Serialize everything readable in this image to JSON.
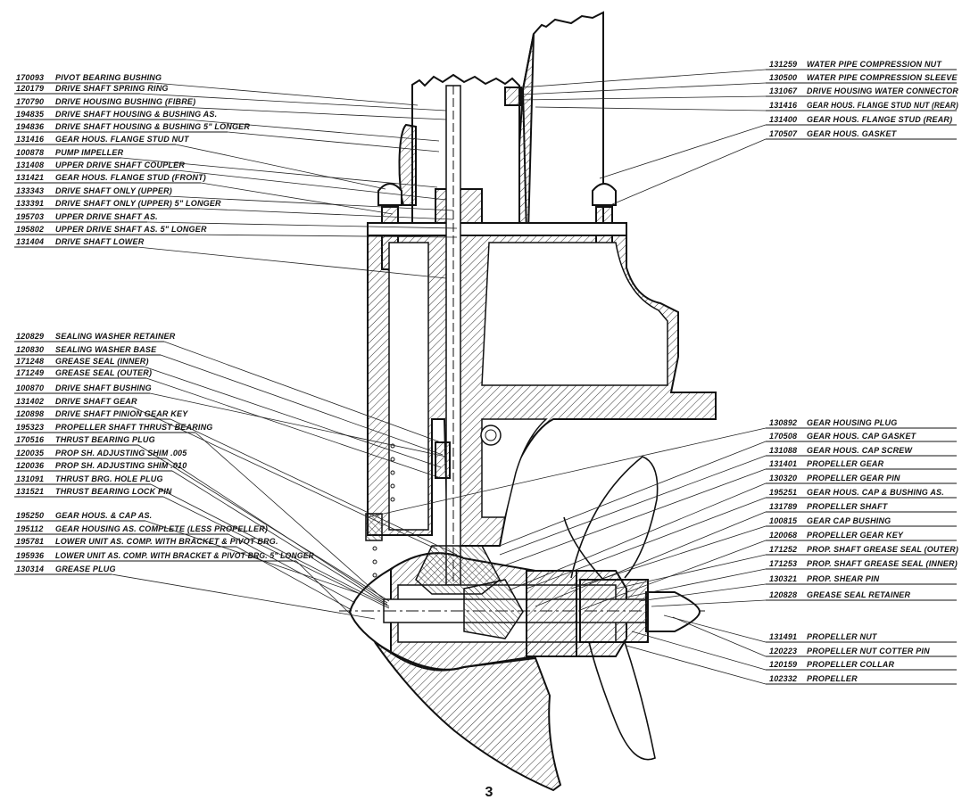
{
  "page_number": "3",
  "left_labels": [
    {
      "num": "170093",
      "name": "PIVOT BEARING BUSHING"
    },
    {
      "num": "120179",
      "name": "DRIVE SHAFT SPRING RING"
    },
    {
      "num": "170790",
      "name": "DRIVE HOUSING BUSHING (FIBRE)"
    },
    {
      "num": "194835",
      "name": "DRIVE SHAFT HOUSING & BUSHING AS."
    },
    {
      "num": "194836",
      "name": "DRIVE SHAFT HOUSING & BUSHING 5\" LONGER"
    },
    {
      "num": "131416",
      "name": "GEAR HOUS. FLANGE STUD NUT"
    },
    {
      "num": "100878",
      "name": "PUMP IMPELLER"
    },
    {
      "num": "131408",
      "name": "UPPER DRIVE SHAFT COUPLER"
    },
    {
      "num": "131421",
      "name": "GEAR HOUS. FLANGE STUD (FRONT)"
    },
    {
      "num": "133343",
      "name": "DRIVE SHAFT ONLY (UPPER)"
    },
    {
      "num": "133391",
      "name": "DRIVE SHAFT ONLY (UPPER) 5\" LONGER"
    },
    {
      "num": "195703",
      "name": "UPPER DRIVE SHAFT AS."
    },
    {
      "num": "195802",
      "name": "UPPER DRIVE SHAFT AS. 5\" LONGER"
    },
    {
      "num": "131404",
      "name": "DRIVE SHAFT LOWER"
    },
    {
      "num": "120829",
      "name": "SEALING WASHER RETAINER"
    },
    {
      "num": "120830",
      "name": "SEALING WASHER BASE"
    },
    {
      "num": "171248",
      "name": "GREASE SEAL (INNER)"
    },
    {
      "num": "171249",
      "name": "GREASE SEAL (OUTER)"
    },
    {
      "num": "100870",
      "name": "DRIVE SHAFT BUSHING"
    },
    {
      "num": "131402",
      "name": "DRIVE SHAFT GEAR"
    },
    {
      "num": "120898",
      "name": "DRIVE SHAFT PINION GEAR KEY"
    },
    {
      "num": "195323",
      "name": "PROPELLER SHAFT THRUST BEARING"
    },
    {
      "num": "170516",
      "name": "THRUST BEARING PLUG"
    },
    {
      "num": "120035",
      "name": "PROP SH. ADJUSTING SHIM .005"
    },
    {
      "num": "120036",
      "name": "PROP SH. ADJUSTING SHIM .010"
    },
    {
      "num": "131091",
      "name": "THRUST BRG. HOLE PLUG"
    },
    {
      "num": "131521",
      "name": "THRUST BEARING LOCK PIN"
    },
    {
      "num": "195250",
      "name": "GEAR HOUS. & CAP AS."
    },
    {
      "num": "195112",
      "name": "GEAR HOUSING AS. COMPLETE (LESS PROPELLER)"
    },
    {
      "num": "195781",
      "name": "LOWER UNIT AS. COMP. WITH BRACKET & PIVOT BRG."
    },
    {
      "num": "195936",
      "name": "LOWER UNIT AS. COMP. WITH BRACKET & PIVOT BRG. 5\" LONGER"
    },
    {
      "num": "130314",
      "name": "GREASE PLUG"
    }
  ],
  "right_labels": [
    {
      "num": "131259",
      "name": "WATER PIPE COMPRESSION NUT"
    },
    {
      "num": "130500",
      "name": "WATER PIPE COMPRESSION SLEEVE"
    },
    {
      "num": "131067",
      "name": "DRIVE HOUSING WATER CONNECTOR"
    },
    {
      "num": "131416",
      "name": "GEAR HOUS. FLANGE STUD NUT (REAR)"
    },
    {
      "num": "131400",
      "name": "GEAR HOUS. FLANGE STUD (REAR)"
    },
    {
      "num": "170507",
      "name": "GEAR HOUS. GASKET"
    },
    {
      "num": "130892",
      "name": "GEAR HOUSING PLUG"
    },
    {
      "num": "170508",
      "name": "GEAR HOUS. CAP GASKET"
    },
    {
      "num": "131088",
      "name": "GEAR HOUS. CAP SCREW"
    },
    {
      "num": "131401",
      "name": "PROPELLER GEAR"
    },
    {
      "num": "130320",
      "name": "PROPELLER GEAR PIN"
    },
    {
      "num": "195251",
      "name": "GEAR HOUS. CAP & BUSHING AS."
    },
    {
      "num": "131789",
      "name": "PROPELLER SHAFT"
    },
    {
      "num": "100815",
      "name": "GEAR CAP BUSHING"
    },
    {
      "num": "120068",
      "name": "PROPELLER GEAR KEY"
    },
    {
      "num": "171252",
      "name": "PROP. SHAFT GREASE SEAL (OUTER)"
    },
    {
      "num": "171253",
      "name": "PROP. SHAFT GREASE SEAL (INNER)"
    },
    {
      "num": "130321",
      "name": "PROP. SHEAR PIN"
    },
    {
      "num": "120828",
      "name": "GREASE SEAL RETAINER"
    },
    {
      "num": "131491",
      "name": "PROPELLER NUT"
    },
    {
      "num": "120223",
      "name": "PROPELLER NUT COTTER PIN"
    },
    {
      "num": "120159",
      "name": "PROPELLER COLLAR"
    },
    {
      "num": "102332",
      "name": "PROPELLER"
    }
  ]
}
